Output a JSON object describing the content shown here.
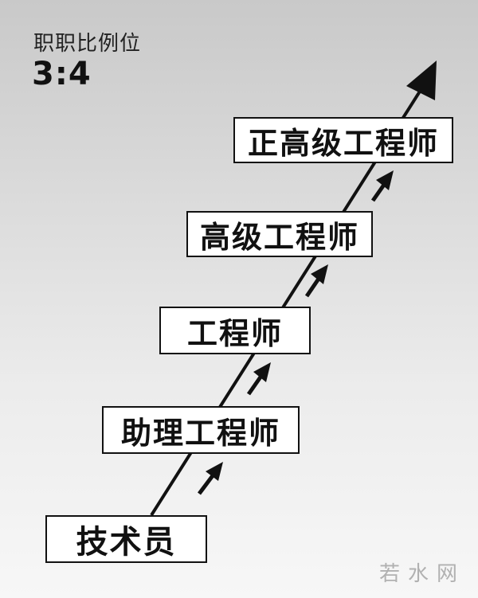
{
  "header": {
    "label": "职职比例位",
    "ratio": "3:4"
  },
  "steps": [
    {
      "label": "技术员"
    },
    {
      "label": "助理工程师"
    },
    {
      "label": "工程师"
    },
    {
      "label": "高级工程师"
    },
    {
      "label": "正高级工程师"
    }
  ],
  "watermark": "若水网",
  "colors": {
    "ink": "#111111",
    "box_fill": "#ffffff"
  }
}
